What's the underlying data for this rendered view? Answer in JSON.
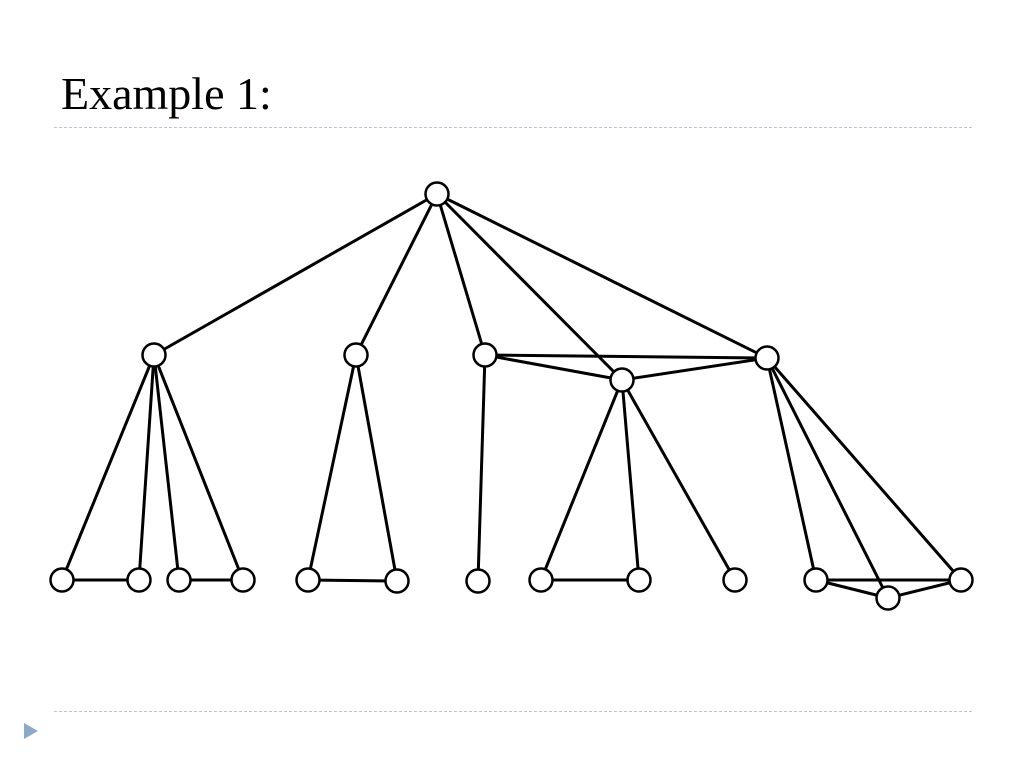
{
  "slide": {
    "title": "Example 1:"
  },
  "colors": {
    "divider": "#b8c4d0",
    "nav_arrow": "#8ea8c8",
    "node_fill": "#ffffff",
    "edge": "#000000"
  },
  "icons": {
    "nav": "play-triangle-icon"
  },
  "diagram": {
    "type": "graph",
    "nodes": [
      "n0",
      "n1",
      "n2",
      "n3",
      "n4",
      "n5",
      "n6",
      "n7",
      "n8",
      "n9",
      "n10",
      "n11",
      "n12",
      "n13",
      "n14",
      "n15",
      "n16",
      "n17",
      "n18",
      "n19"
    ],
    "edges": [
      [
        "n0",
        "n1"
      ],
      [
        "n0",
        "n2"
      ],
      [
        "n0",
        "n3"
      ],
      [
        "n0",
        "n4"
      ],
      [
        "n0",
        "n5"
      ],
      [
        "n3",
        "n5"
      ],
      [
        "n3",
        "n4"
      ],
      [
        "n4",
        "n5"
      ],
      [
        "n1",
        "n6"
      ],
      [
        "n1",
        "n7"
      ],
      [
        "n1",
        "n8"
      ],
      [
        "n1",
        "n9"
      ],
      [
        "n6",
        "n7"
      ],
      [
        "n8",
        "n9"
      ],
      [
        "n2",
        "n10"
      ],
      [
        "n2",
        "n11"
      ],
      [
        "n10",
        "n11"
      ],
      [
        "n3",
        "n12"
      ],
      [
        "n4",
        "n13"
      ],
      [
        "n4",
        "n14"
      ],
      [
        "n4",
        "n15"
      ],
      [
        "n13",
        "n14"
      ],
      [
        "n5",
        "n16"
      ],
      [
        "n5",
        "n17"
      ],
      [
        "n5",
        "n18"
      ],
      [
        "n16",
        "n18"
      ],
      [
        "n16",
        "n17"
      ],
      [
        "n17",
        "n18"
      ]
    ]
  }
}
